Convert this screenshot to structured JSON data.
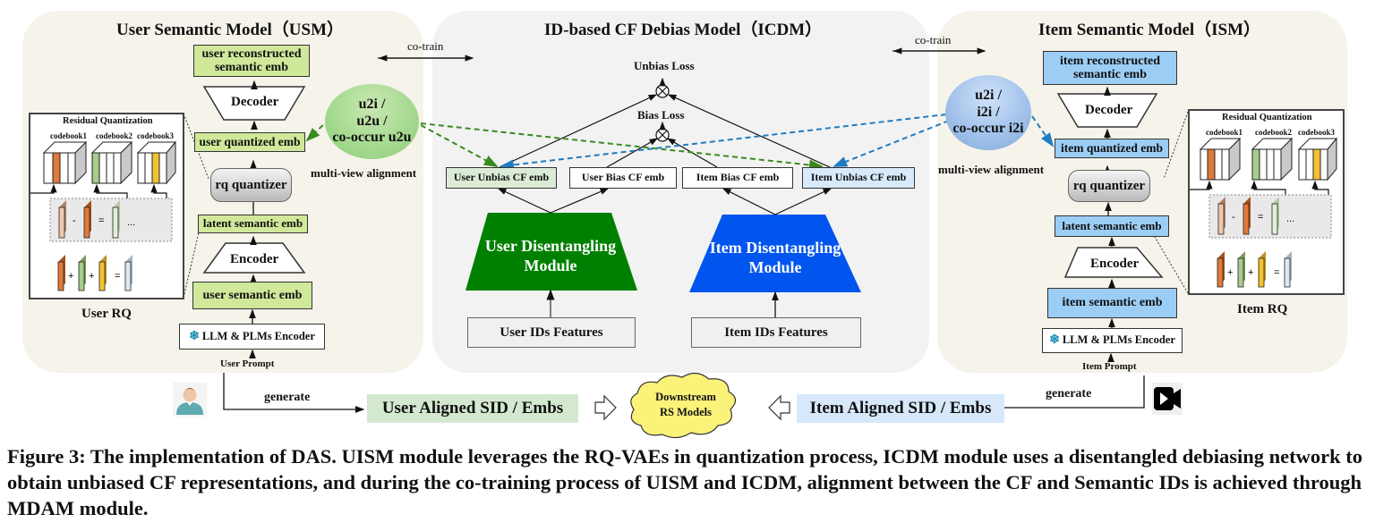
{
  "usm": {
    "title": "User Semantic Model（USM）",
    "reconstructed": "user reconstructed semantic emb",
    "decoder": "Decoder",
    "quantized": "user quantized emb",
    "rq_quantizer": "rq quantizer",
    "latent": "latent semantic emb",
    "encoder": "Encoder",
    "semantic": "user semantic emb",
    "llm_encoder": "LLM & PLMs Encoder",
    "prompt": "User Prompt",
    "rq_label": "User RQ",
    "alignment_views": [
      "u2i /",
      "u2u /",
      "co-occur u2u"
    ],
    "alignment_label": "multi-view alignment",
    "residual": {
      "title": "Residual Quantization",
      "codebooks": [
        "codebook1",
        "codebook2",
        "codebook3"
      ],
      "ops": [
        "-",
        "=",
        "...",
        "+",
        "+",
        "="
      ]
    }
  },
  "icdm": {
    "title": "ID-based CF Debias Model（ICDM）",
    "unbias_loss": "Unbias Loss",
    "bias_loss": "Bias Loss",
    "embs": [
      "User Unbias CF emb",
      "User Bias CF emb",
      "Item Bias CF emb",
      "Item Unbias CF emb"
    ],
    "user_module": [
      "User Disentangling",
      "Module"
    ],
    "item_module": [
      "Item Disentangling",
      "Module"
    ],
    "user_features": "User IDs Features",
    "item_features": "Item IDs Features"
  },
  "ism": {
    "title": "Item Semantic Model（ISM）",
    "reconstructed": "item reconstructed semantic emb",
    "decoder": "Decoder",
    "quantized": "item quantized emb",
    "rq_quantizer": "rq quantizer",
    "latent": "latent semantic emb",
    "encoder": "Encoder",
    "semantic": "item semantic emb",
    "llm_encoder": "LLM & PLMs Encoder",
    "prompt": "Item Prompt",
    "rq_label": "Item RQ",
    "alignment_views": [
      "u2i /",
      "i2i /",
      "co-occur i2i"
    ],
    "alignment_label": "multi-view alignment",
    "residual": {
      "title": "Residual Quantization",
      "codebooks": [
        "codebook1",
        "codebook2",
        "codebook3"
      ]
    }
  },
  "cotrain_left": "co-train",
  "cotrain_right": "co-train",
  "bottom": {
    "generate_left": "generate",
    "generate_right": "generate",
    "user_aligned": "User Aligned SID / Embs",
    "item_aligned": "Item Aligned SID / Embs",
    "downstream": [
      "Downstream",
      "RS Models"
    ]
  },
  "caption": "Figure 3: The implementation of DAS. UISM module leverages the RQ-VAEs in quantization process, ICDM module uses a disentangled debiasing network to obtain unbiased CF representations, and during the co-training process of UISM and ICDM, alignment between the CF and Semantic IDs is achieved through MDAM module.",
  "colors": {
    "user_green": "#cfe89a",
    "item_blue": "#9ccdf5",
    "user_module": "#008000",
    "item_module": "#0055ee",
    "green_dash": "#3a8a1f",
    "blue_dash": "#1f7cc0",
    "orange": "#e07a3a",
    "light_green": "#a8cc8c",
    "yellow": "#f2c230"
  },
  "icons": {
    "snowflake": "snowflake-icon",
    "user": "user-avatar-icon",
    "video": "video-camera-icon",
    "otimes": "otimes-icon"
  }
}
